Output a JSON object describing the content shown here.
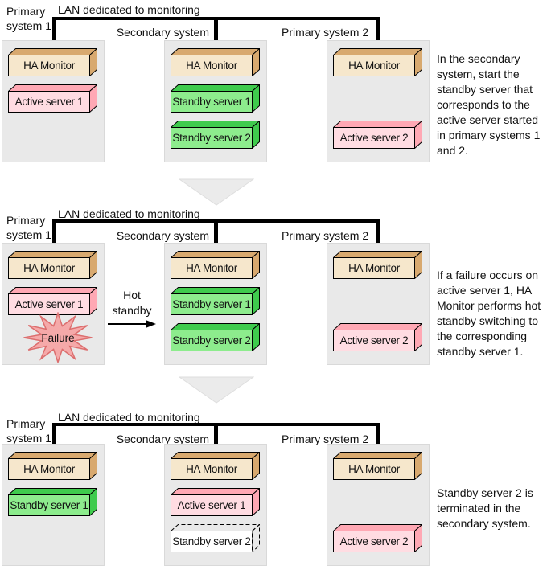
{
  "palette": {
    "ha_monitor_face": "#F6E7CC",
    "ha_monitor_side": "#D8A96F",
    "active_face": "#FFDCE2",
    "active_side": "#FFA8B4",
    "standby_face": "#8DEC8D",
    "standby_side": "#3FCB4D",
    "terminated_face": "#FFFFFF",
    "system_box_bg": "#E9E9E9",
    "system_box_border": "#D9D9D9",
    "lan_line": "#000000",
    "failure_fill": "#F5A9A9",
    "failure_stroke": "#DC6E6E",
    "separator_fill": "#EBEBEB",
    "separator_stroke": "#DEDEDE",
    "arrow_color": "#000000"
  },
  "panels": [
    {
      "lan_label": "LAN dedicated to monitoring",
      "primary1_label_line1": "Primary",
      "primary1_label_line2": "system 1",
      "secondary_label": "Secondary system",
      "primary2_label": "Primary system 2",
      "p1_ha": "HA Monitor",
      "p1_server": "Active server 1",
      "sec_ha": "HA Monitor",
      "sec_server1": "Standby server 1",
      "sec_server2": "Standby server 2",
      "p2_ha": "HA Monitor",
      "p2_server": "Active server 2",
      "annotation_lines": [
        "In the secondary",
        "system, start the",
        "standby server that",
        "corresponds to the",
        "active server started",
        "in primary systems 1",
        "and 2."
      ]
    },
    {
      "lan_label": "LAN dedicated to monitoring",
      "primary1_label_line1": "Primary",
      "primary1_label_line2": "system 1",
      "secondary_label": "Secondary system",
      "primary2_label": "Primary system 2",
      "p1_ha": "HA Monitor",
      "p1_server": "Active server 1",
      "failure_label": "Failure",
      "hot_standby_lines": [
        "Hot",
        "standby"
      ],
      "sec_ha": "HA Monitor",
      "sec_server1": "Standby server 1",
      "sec_server2": "Standby server 2",
      "p2_ha": "HA Monitor",
      "p2_server": "Active server 2",
      "annotation_lines": [
        "If a failure occurs on",
        "active server 1, HA",
        "Monitor performs hot",
        "standby switching to",
        "the corresponding",
        "standby server 1."
      ]
    },
    {
      "lan_label": "LAN dedicated to monitoring",
      "primary1_label_line1": "Primary",
      "primary1_label_line2": "system 1",
      "secondary_label": "Secondary system",
      "primary2_label": "Primary system 2",
      "p1_ha": "HA Monitor",
      "p1_server": "Standby server 1",
      "sec_ha": "HA Monitor",
      "sec_server1": "Active server 1",
      "sec_server2": "Standby server 2",
      "p2_ha": "HA Monitor",
      "p2_server": "Active server 2",
      "annotation_lines": [
        "Standby server 2 is",
        "terminated in the",
        "secondary system."
      ]
    }
  ]
}
